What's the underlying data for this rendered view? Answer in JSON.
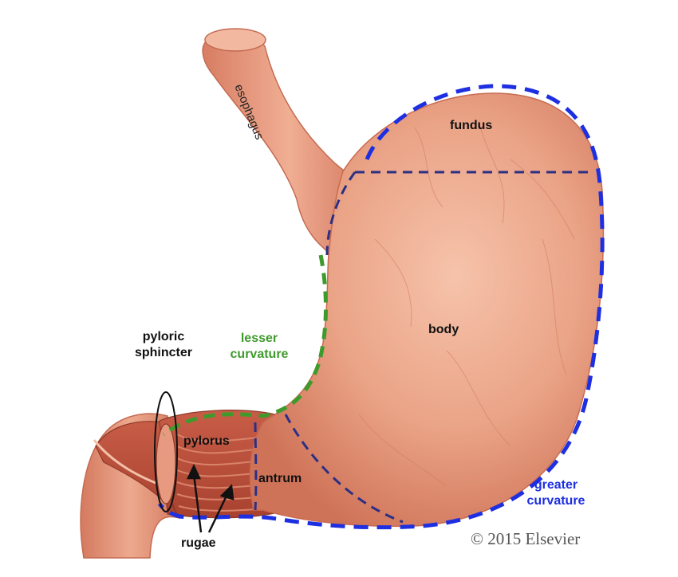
{
  "labels": {
    "esophagus": "esophagus",
    "fundus": "fundus",
    "body": "body",
    "pylorus": "pylorus",
    "antrum": "antrum",
    "rugae": "rugae",
    "pyloric_sphincter": [
      "pyloric",
      "sphincter"
    ],
    "lesser_curvature": [
      "lesser",
      "curvature"
    ],
    "greater_curvature": [
      "greater",
      "curvature"
    ]
  },
  "copyright": "© 2015 Elsevier",
  "colors": {
    "tissue": "#e69a7c",
    "tissue_dark": "#b9523c",
    "lesser_curvature": "#3f9a2c",
    "greater_curvature": "#1d2fe0",
    "region_boundary": "#2b2f86"
  }
}
